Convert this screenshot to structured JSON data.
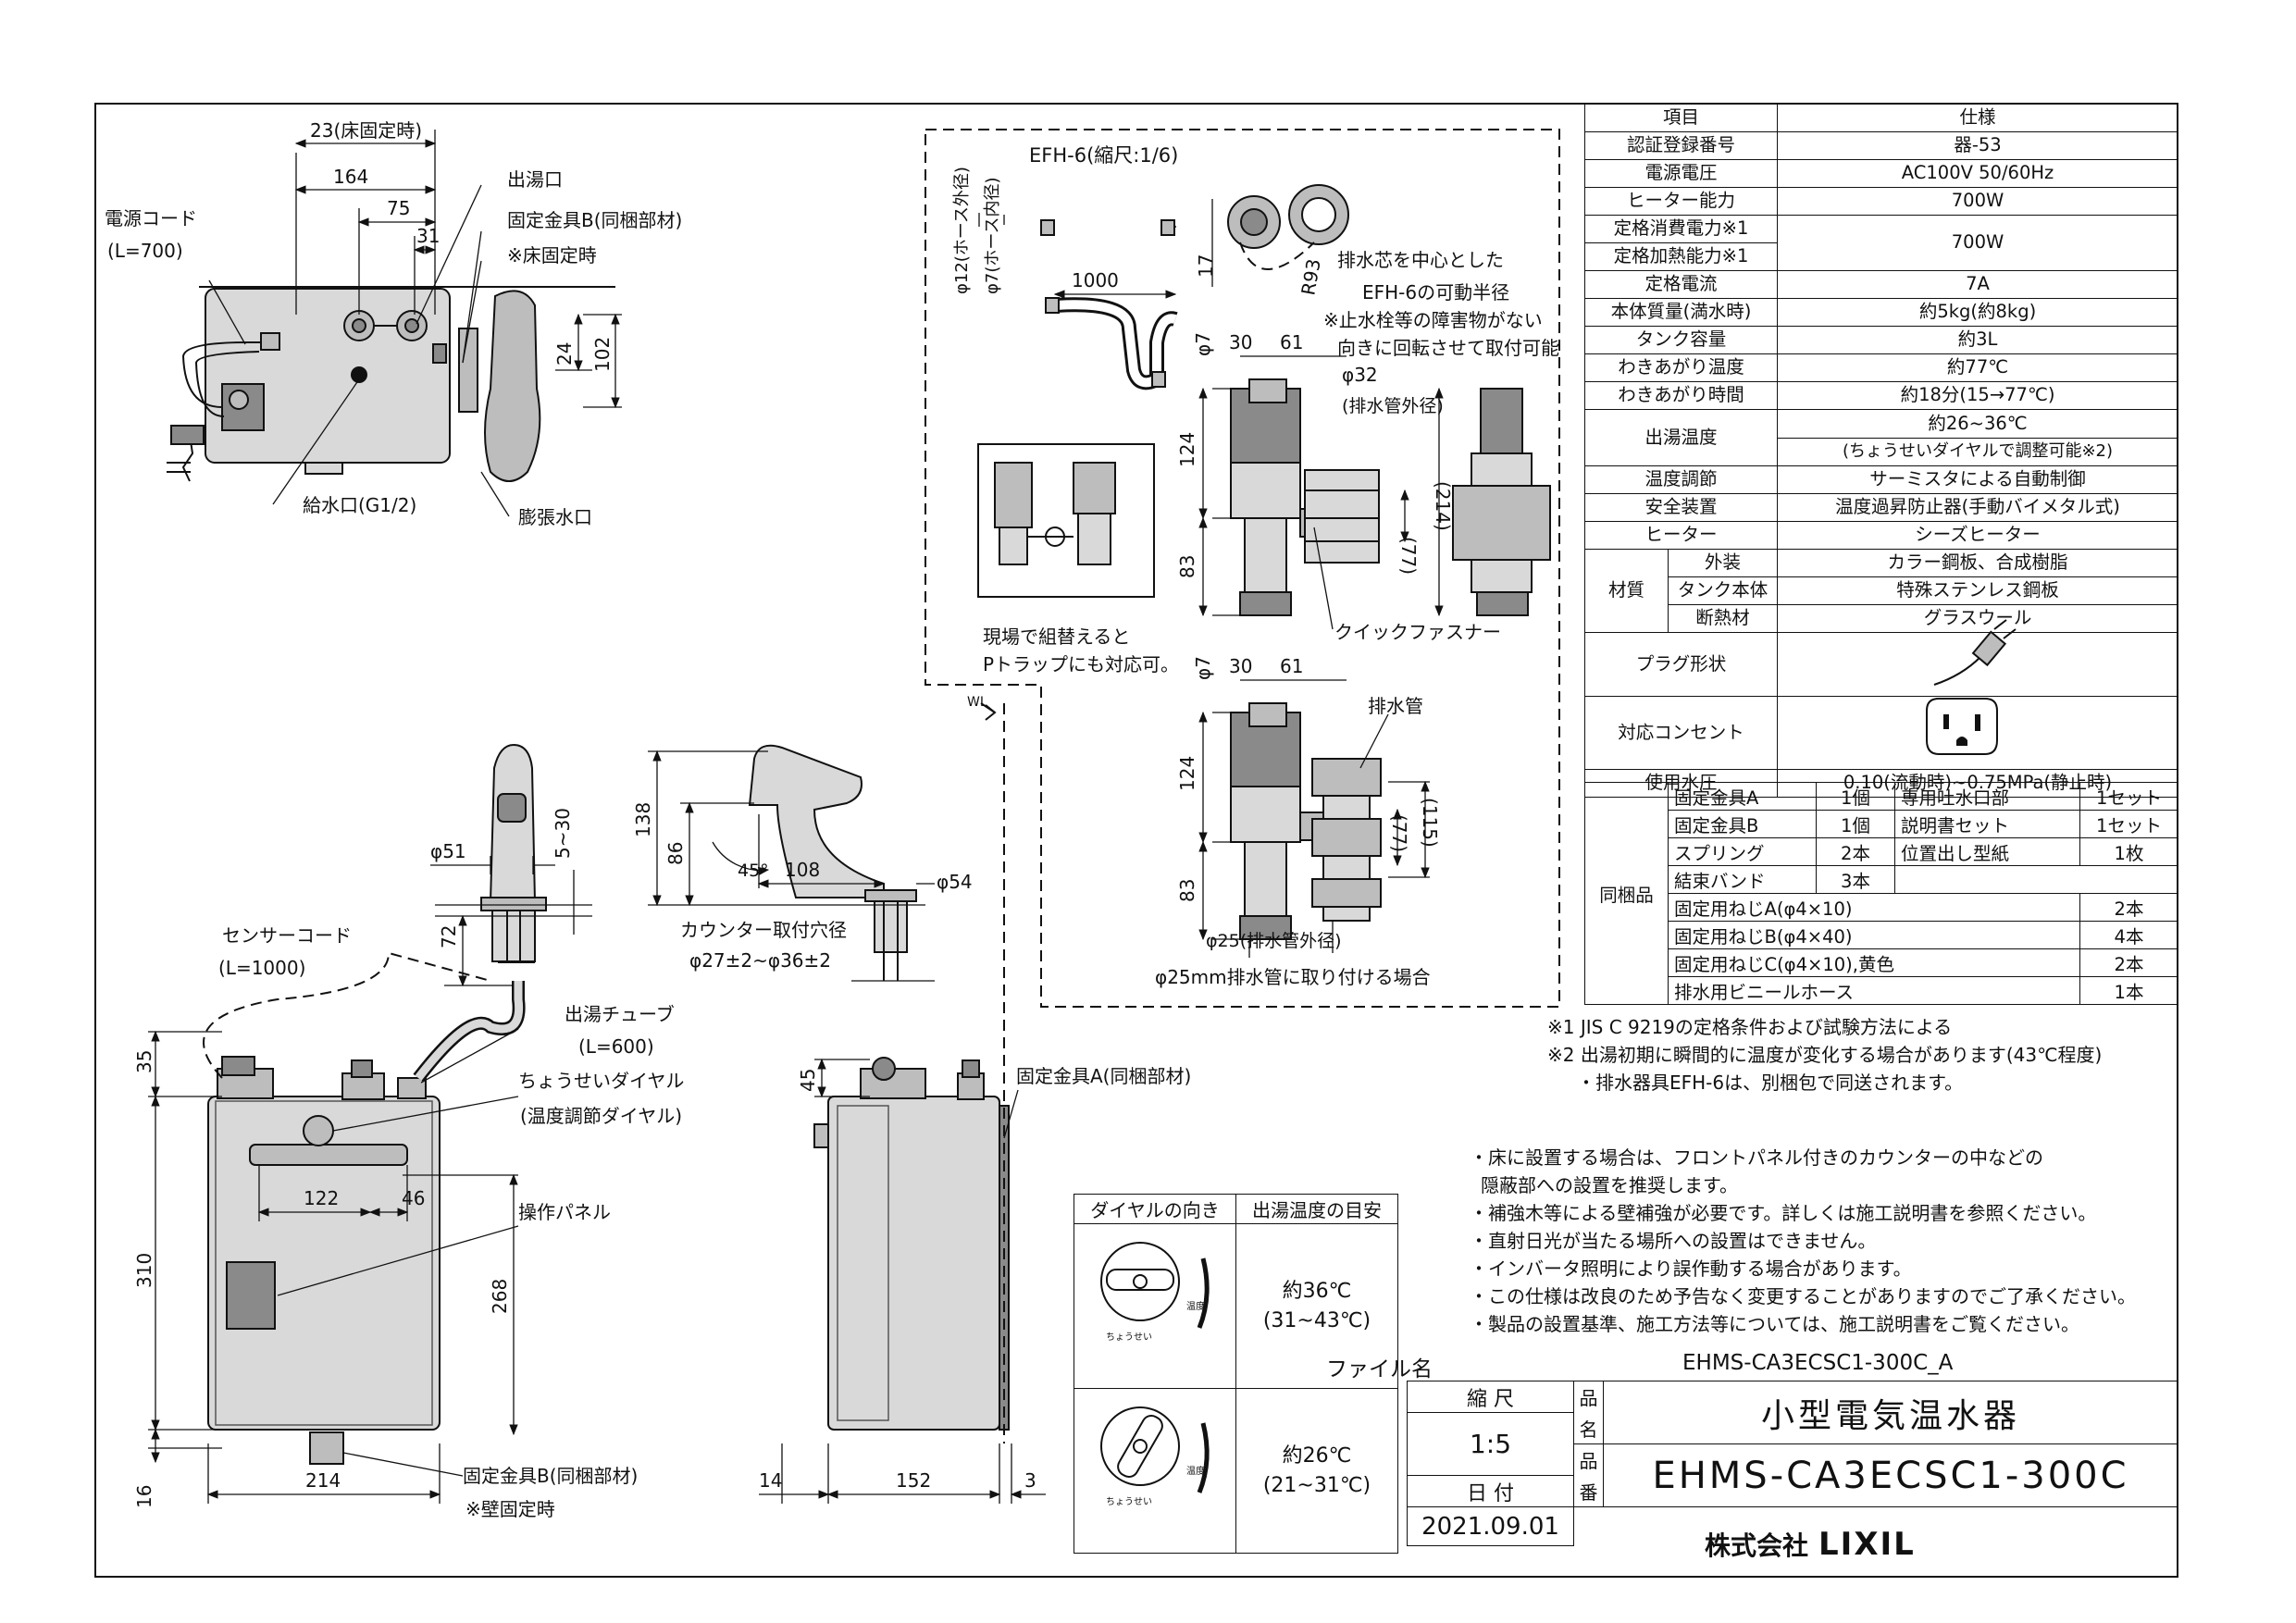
{
  "dimensions": {
    "top_view": {
      "d23": "23(床固定時)",
      "d164": "164",
      "d75": "75",
      "d31": "31",
      "d24": "24",
      "d102": "102"
    },
    "efh6": {
      "title": "EFH-6(縮尺:1/6)",
      "hose_od": "φ12(ホース外径)",
      "hose_id": "φ7(ホース内径)",
      "len1000": "1000",
      "r93": "R93"
    },
    "trap_a": {
      "d17": "17",
      "d7": "φ7",
      "d30": "30",
      "d61": "61",
      "d32": "φ32",
      "pipe_od": "(排水管外径)",
      "d124": "124",
      "d77": "(77)",
      "d214": "(214)",
      "d83": "83"
    },
    "trap_b": {
      "d7": "φ7",
      "d30": "30",
      "d61": "61",
      "d124": "124",
      "d77": "(77)",
      "d115": "(115)",
      "d83": "83",
      "d25": "φ25(排水管外径)"
    },
    "faucet": {
      "d51": "φ51",
      "d5_30": "5~30",
      "d72": "72",
      "d138": "138",
      "d86": "86",
      "d45": "45°",
      "d108": "108",
      "d54": "φ54"
    },
    "front": {
      "d35": "35",
      "d310": "310",
      "d16": "16",
      "d122": "122",
      "d46": "46",
      "d268": "268",
      "d214": "214"
    },
    "side": {
      "d45": "45",
      "d14": "14",
      "d152": "152",
      "d3": "3"
    }
  },
  "labels": {
    "power_cord": "電源コード",
    "power_cord_len": "(L=700)",
    "outlet": "出湯口",
    "bracket_b": "固定金具B(同梱部材)",
    "floor_fixed": "※床固定時",
    "water_inlet": "給水口(G1/2)",
    "expansion": "膨張水口",
    "drain_center_1": "排水芯を中心とした",
    "drain_center_2": "EFH-6の可動半径",
    "drain_center_3": "※止水栓等の障害物がない",
    "drain_center_4": "向きに回転させて取付可能",
    "onsite_1": "現場で組替えると",
    "onsite_2": "Pトラップにも対応可。",
    "quick_fastener": "クイックファスナー",
    "drain_pipe": "排水管",
    "pipe25": "φ25mm排水管に取り付ける場合",
    "wl": "WL",
    "counter_hole": "カウンター取付穴径",
    "counter_hole_dims": "φ27±2~φ36±2",
    "sensor_cord": "センサーコード",
    "sensor_cord_len": "(L=1000)",
    "tube": "出湯チューブ",
    "tube_len": "(L=600)",
    "dial": "ちょうせいダイヤル",
    "dial_sub": "(温度調節ダイヤル)",
    "panel": "操作パネル",
    "bracket_a": "固定金具A(同梱部材)",
    "bracket_b2": "固定金具B(同梱部材)",
    "wall_fixed": "※壁固定時"
  },
  "spec": {
    "header": {
      "item": "項目",
      "spec": "仕様"
    },
    "rows": [
      {
        "label": "認証登録番号",
        "value": "器-53"
      },
      {
        "label": "電源電圧",
        "value": "AC100V 50/60Hz"
      },
      {
        "label": "ヒーター能力",
        "value": "700W"
      },
      {
        "label": "定格消費電力※1",
        "label2": "定格加熱能力※1",
        "value": "700W"
      },
      {
        "label": "定格電流",
        "value": "7A"
      },
      {
        "label": "本体質量(満水時)",
        "value": "約5kg(約8kg)"
      },
      {
        "label": "タンク容量",
        "value": "約3L"
      },
      {
        "label": "わきあがり温度",
        "value": "約77℃"
      },
      {
        "label": "わきあがり時間",
        "value": "約18分(15→77℃)"
      },
      {
        "label": "出湯温度",
        "value": "約26~36℃",
        "value2": "(ちょうせいダイヤルで調整可能※2)"
      },
      {
        "label": "温度調節",
        "value": "サーミスタによる自動制御"
      },
      {
        "label": "安全装置",
        "value": "温度過昇防止器(手動バイメタル式)"
      },
      {
        "label": "ヒーター",
        "value": "シーズヒーター"
      }
    ],
    "material": {
      "label": "材質",
      "rows": [
        {
          "label": "外装",
          "value": "カラー鋼板、合成樹脂"
        },
        {
          "label": "タンク本体",
          "value": "特殊ステンレス鋼板"
        },
        {
          "label": "断熱材",
          "value": "グラスウール"
        }
      ]
    },
    "plug": "プラグ形状",
    "outlet": "対応コンセント",
    "pressure": {
      "label": "使用水圧",
      "value": "0.10(流動時)~0.75MPa(静止時)"
    },
    "bundled": {
      "label": "同梱品",
      "rows": [
        {
          "a": "固定金具A",
          "b": "1個",
          "c": "専用吐水口部",
          "d": "1セット"
        },
        {
          "a": "固定金具B",
          "b": "1個",
          "c": "説明書セット",
          "d": "1セット"
        },
        {
          "a": "スプリング",
          "b": "2本",
          "c": "位置出し型紙",
          "d": "1枚"
        },
        {
          "a": "結束バンド",
          "b": "3本"
        }
      ],
      "rows2": [
        {
          "a": "固定用ねじA(φ4×10)",
          "d": "2本"
        },
        {
          "a": "固定用ねじB(φ4×40)",
          "d": "4本"
        },
        {
          "a": "固定用ねじC(φ4×10),黄色",
          "d": "2本"
        },
        {
          "a": "排水用ビニールホース",
          "d": "1本"
        }
      ]
    },
    "notes": [
      "※1  JIS C 9219の定格条件および試験方法による",
      "※2  出湯初期に瞬間的に温度が変化する場合があります(43℃程度)",
      "・排水器具EFH-6は、別梱包で同送されます。"
    ]
  },
  "install_notes": [
    "・床に設置する場合は、フロントパネル付きのカウンターの中などの",
    "  隠蔽部への設置を推奨します。",
    "・補強木等による壁補強が必要です。詳しくは施工説明書を参照ください。",
    "・直射日光が当たる場所への設置はできません。",
    "・インバータ照明により誤作動する場合があります。",
    "・この仕様は改良のため予告なく変更することがありますのでご了承ください。",
    "・製品の設置基準、施工方法等については、施工説明書をご覧ください。"
  ],
  "dial_table": {
    "h1": "ダイヤルの向き",
    "h2": "出湯温度の目安",
    "r1": {
      "temp": "約36℃",
      "range": "(31~43℃)",
      "dial_text": "温度",
      "dial_sub": "ちょうせい"
    },
    "r2": {
      "temp": "約26℃",
      "range": "(21~31℃)",
      "dial_text": "温度",
      "dial_sub": "ちょうせい"
    }
  },
  "title_block": {
    "file_label": "ファイル名",
    "file_name": "EHMS-CA3ECSC1-300C_A",
    "scale_label": "縮      尺",
    "scale": "1:5",
    "date_label": "日      付",
    "date": "2021.09.01",
    "hin": "品",
    "mei": "名",
    "ban": "番",
    "product_name": "小型電気温水器",
    "product_code": "EHMS-CA3ECSC1-300C",
    "company": "株式会社",
    "brand": "LIXIL"
  }
}
